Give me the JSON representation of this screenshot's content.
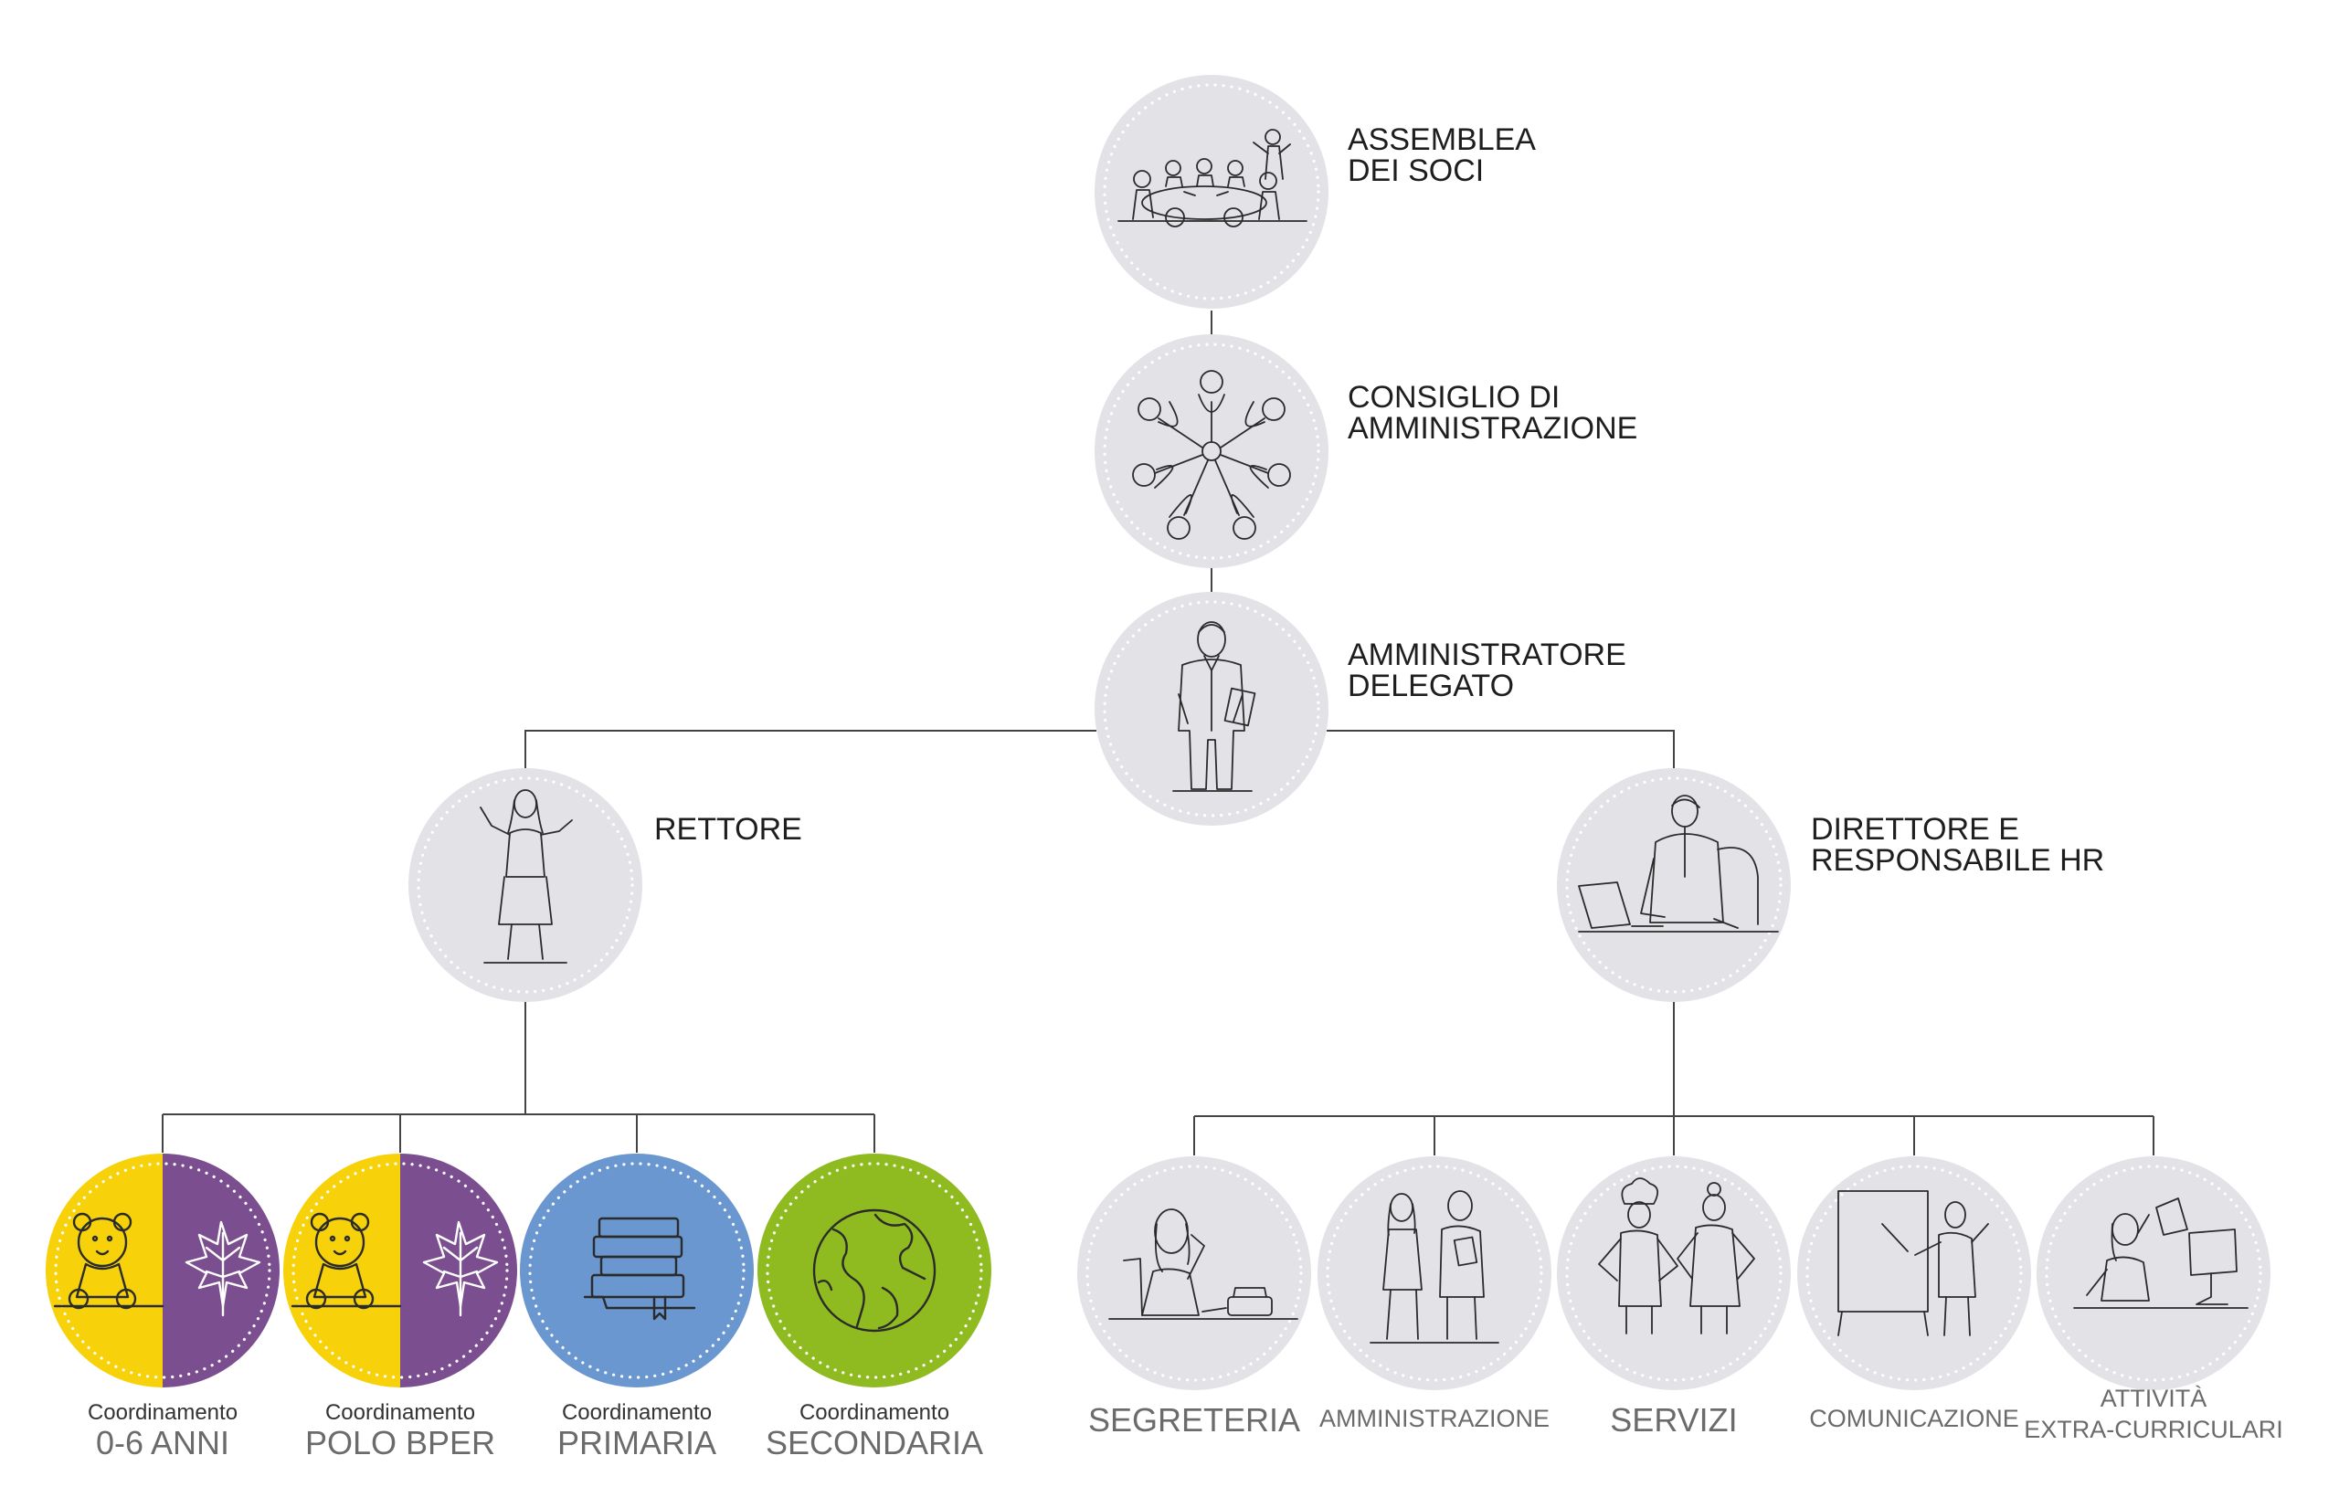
{
  "colors": {
    "node_grey": "#e3e3e7",
    "yellow": "#f7d20b",
    "purple": "#7a4e8f",
    "blue": "#6a97cf",
    "green": "#8fbb21",
    "line": "#444444"
  },
  "nodes": {
    "assemblea": {
      "lines": [
        "ASSEMBLEA",
        "DEI SOCI"
      ],
      "icon": "meeting-table-icon"
    },
    "consiglio": {
      "lines": [
        "CONSIGLIO DI",
        "AMMINISTRAZIONE"
      ],
      "icon": "round-table-people-icon"
    },
    "amministratore": {
      "lines": [
        "AMMINISTRATORE",
        "DELEGATO"
      ],
      "icon": "businessman-tablet-icon"
    },
    "rettore": {
      "lines": [
        "RETTORE"
      ],
      "icon": "woman-presenting-icon"
    },
    "direttore": {
      "lines": [
        "DIRETTORE E",
        "RESPONSABILE HR"
      ],
      "icon": "man-at-desk-laptop-icon"
    }
  },
  "coordinamento": [
    {
      "small": "Coordinamento",
      "big": "0-6 ANNI",
      "fill": "split",
      "icons": [
        "teddy-bear-icon",
        "maple-leaf-icon"
      ]
    },
    {
      "small": "Coordinamento",
      "big": "POLO BPER",
      "fill": "split",
      "icons": [
        "teddy-bear-icon",
        "maple-leaf-icon"
      ]
    },
    {
      "small": "Coordinamento",
      "big": "PRIMARIA",
      "fill": "blue",
      "icons": [
        "books-stack-icon"
      ]
    },
    {
      "small": "Coordinamento",
      "big": "SECONDARIA",
      "fill": "green",
      "icons": [
        "globe-icon"
      ]
    }
  ],
  "uffici": [
    {
      "lines": [
        "SEGRETERIA"
      ],
      "size": "big",
      "icon": "receptionist-phone-icon"
    },
    {
      "lines": [
        "AMMINISTRAZIONE"
      ],
      "size": "small",
      "icon": "colleagues-standing-icon"
    },
    {
      "lines": [
        "SERVIZI"
      ],
      "size": "big",
      "icon": "cooks-icon"
    },
    {
      "lines": [
        "COMUNICAZIONE"
      ],
      "size": "small",
      "icon": "flipchart-presenter-icon"
    },
    {
      "lines": [
        "ATTIVITÀ",
        "EXTRA-CURRICULARI"
      ],
      "size": "small",
      "icon": "desk-computer-icon"
    }
  ]
}
